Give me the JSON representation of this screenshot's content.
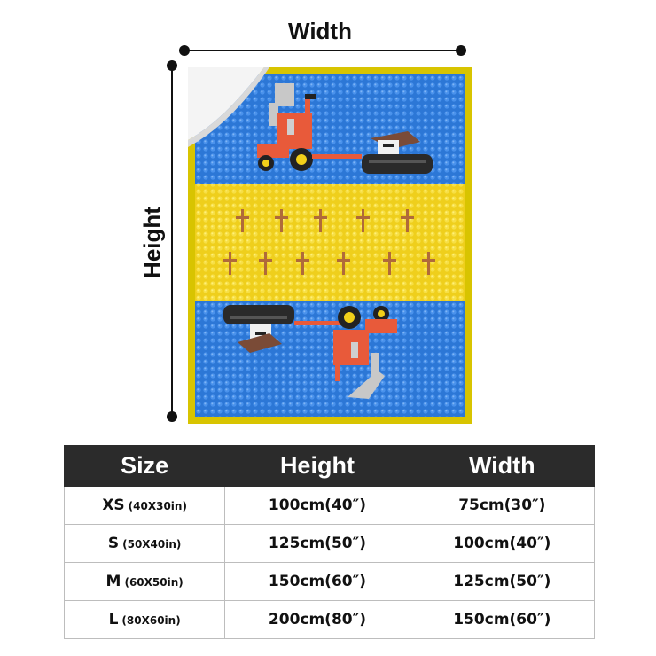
{
  "labels": {
    "width": "Width",
    "height": "Height"
  },
  "colors": {
    "frame": "#d8c400",
    "blue": "#2c77d6",
    "yellow": "#f0d020",
    "table_header": "#2b2b2b"
  },
  "table": {
    "headers": [
      "Size",
      "Height",
      "Width"
    ],
    "rows": [
      {
        "size": "XS",
        "dims": "(40X30in)",
        "height": "100cm(40″)",
        "width": "75cm(30″)"
      },
      {
        "size": "S",
        "dims": "(50X40in)",
        "height": "125cm(50″)",
        "width": "100cm(40″)"
      },
      {
        "size": "M",
        "dims": "(60X50in)",
        "height": "150cm(60″)",
        "width": "125cm(50″)"
      },
      {
        "size": "L",
        "dims": "(80X60in)",
        "height": "200cm(80″)",
        "width": "150cm(60″)"
      }
    ]
  }
}
